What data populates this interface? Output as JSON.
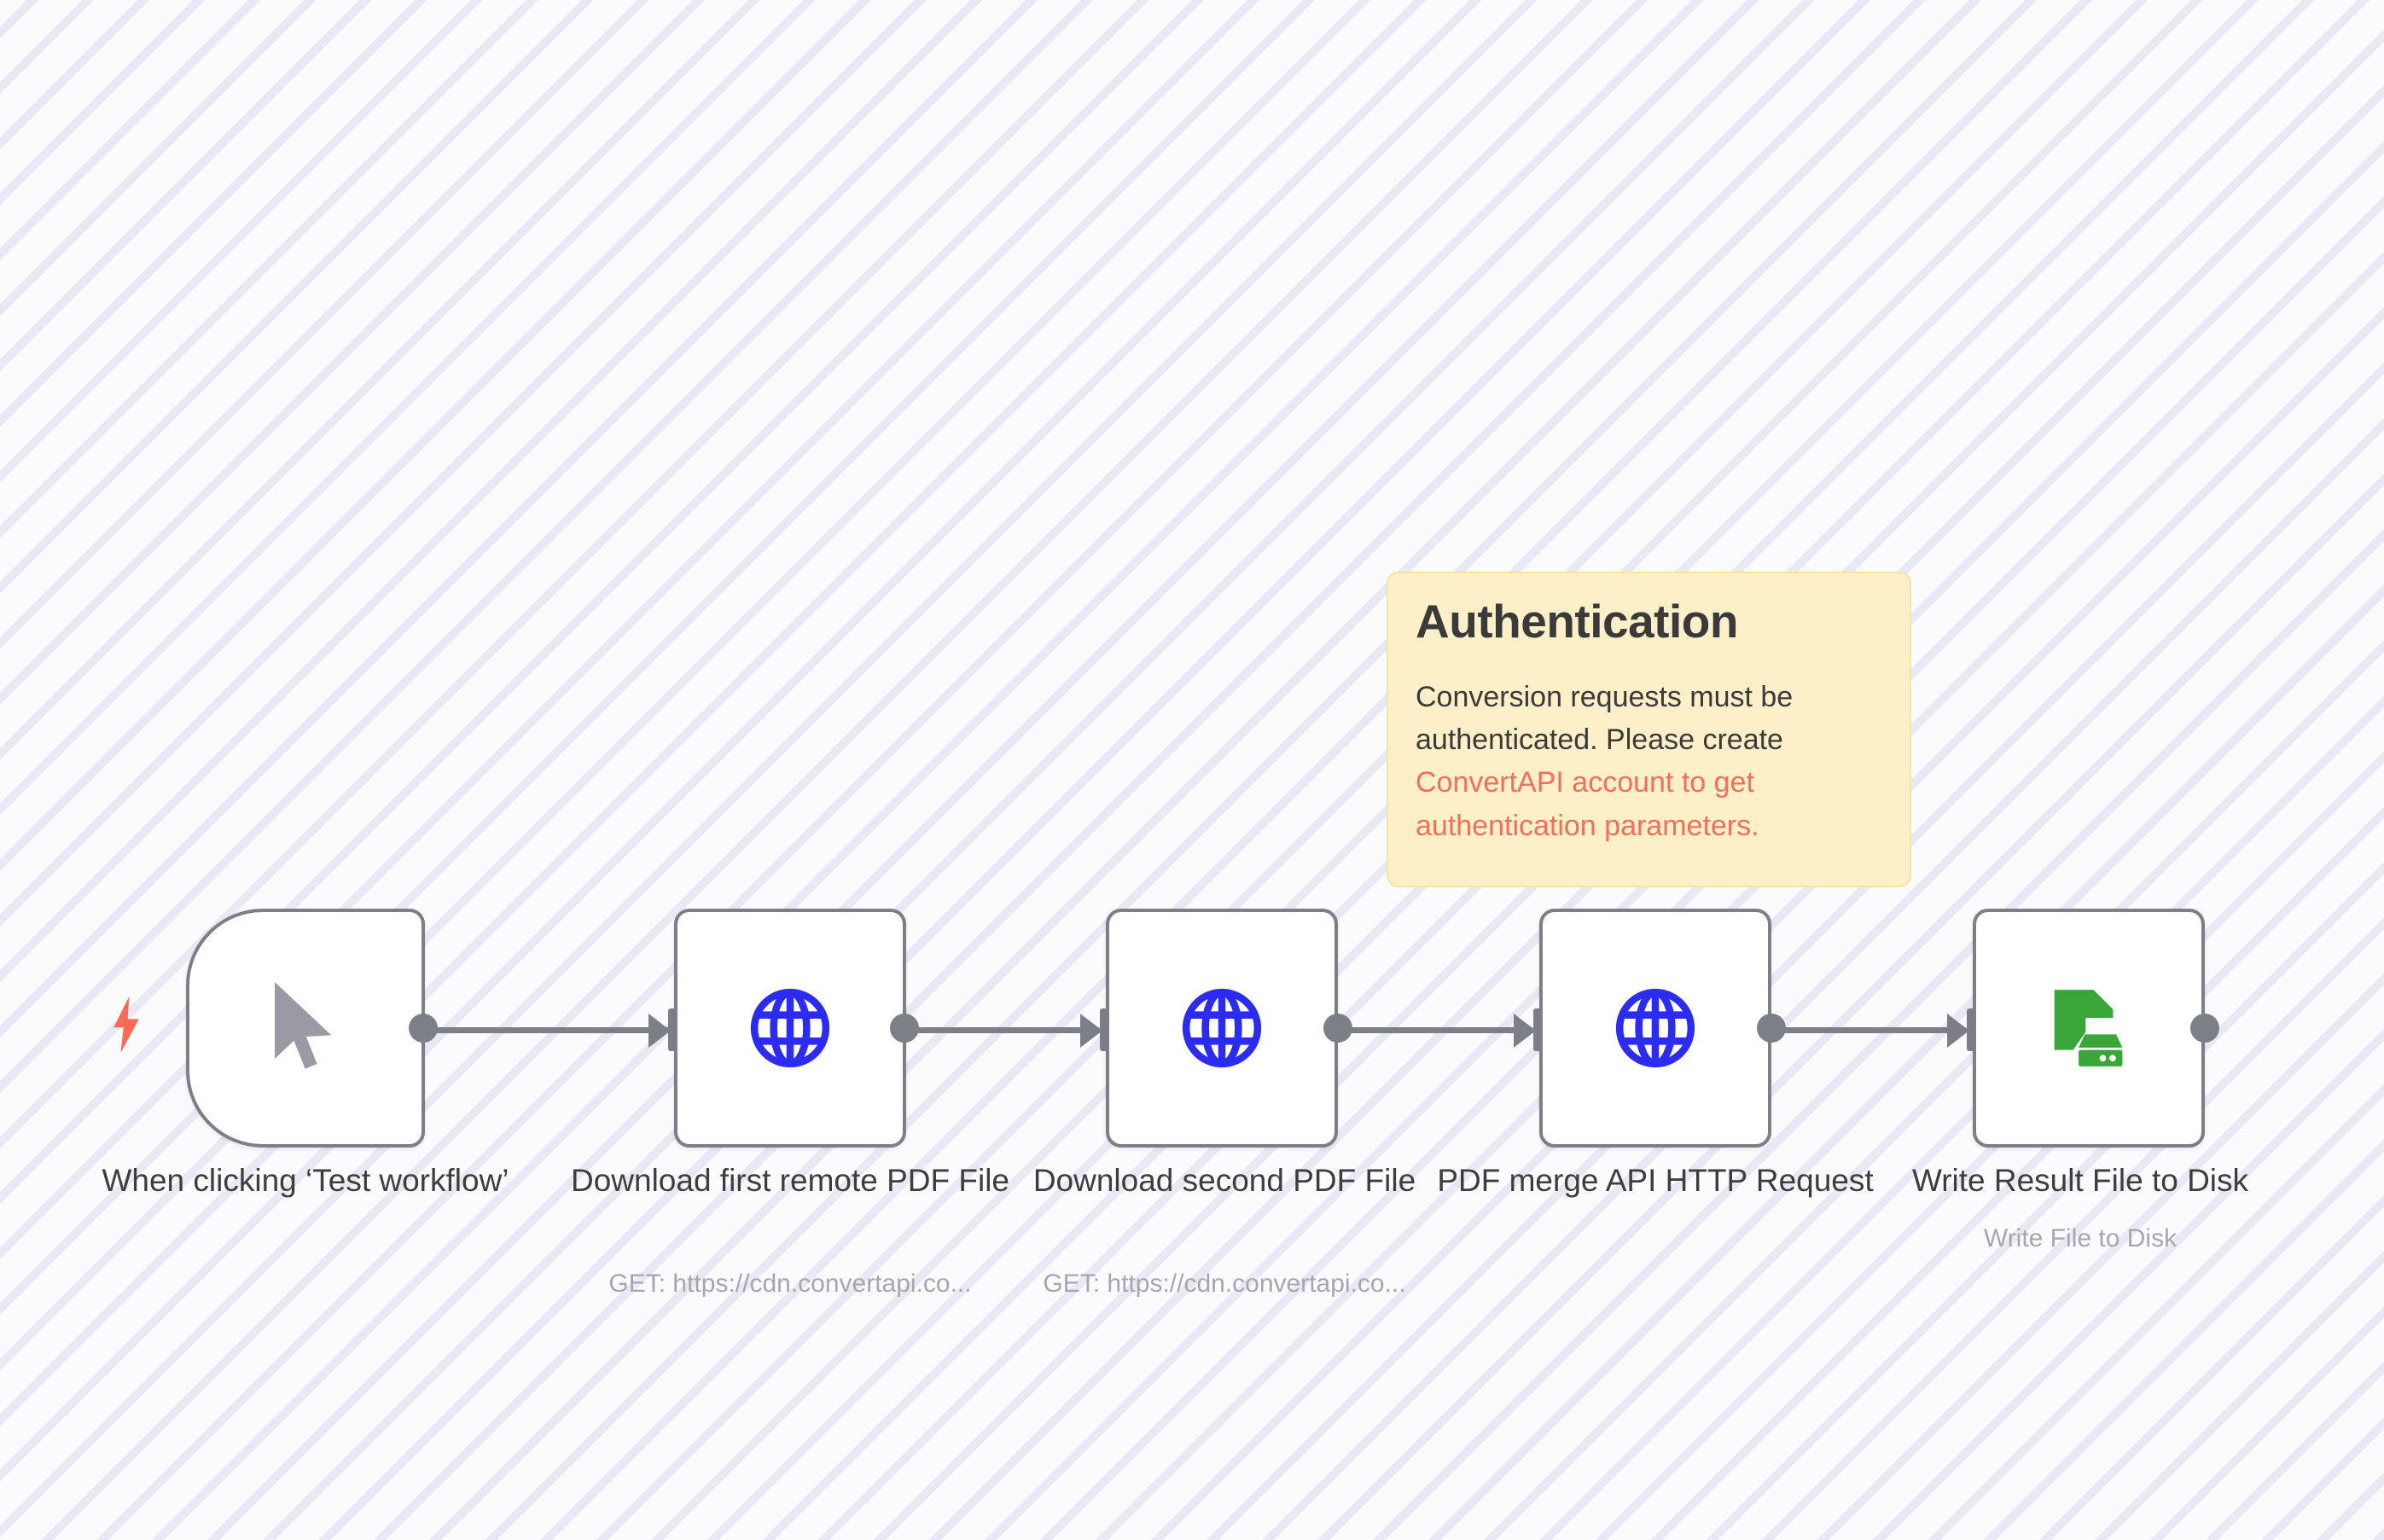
{
  "canvas": {
    "background_color": "#faf9fd",
    "stripe_color": "#e9e9f5"
  },
  "sticky_note": {
    "title": "Authentication",
    "body_text": "Conversion requests must be authenticated. Please create",
    "link_text": "ConvertAPI account to get",
    "clipped_text": "authentication parameters.",
    "background_color": "#fdf0c8",
    "border_color": "#f8e49d",
    "link_color": "#f2705a"
  },
  "nodes": [
    {
      "id": "trigger",
      "label": "When clicking ‘Test workflow’",
      "subtitle": "",
      "icon": "mouse-cursor-icon",
      "icon_color": "#9a9aa4",
      "shape": "trigger",
      "has_bolt": true
    },
    {
      "id": "download-first",
      "label": "Download first remote PDF File",
      "subtitle": "GET: https://cdn.convertapi.co...",
      "icon": "globe-icon",
      "icon_color": "#2c2cf0",
      "shape": "rounded",
      "has_bolt": false
    },
    {
      "id": "download-second",
      "label": "Download second PDF File",
      "subtitle": "GET: https://cdn.convertapi.co...",
      "icon": "globe-icon",
      "icon_color": "#2c2cf0",
      "shape": "rounded",
      "has_bolt": false
    },
    {
      "id": "pdf-merge",
      "label": "PDF merge API HTTP Request",
      "subtitle": "",
      "icon": "globe-icon",
      "icon_color": "#2c2cf0",
      "shape": "rounded",
      "has_bolt": false
    },
    {
      "id": "write-file",
      "label": "Write Result File to Disk",
      "subtitle": "Write File to Disk",
      "icon": "file-to-disk-icon",
      "icon_color": "#3aa63a",
      "shape": "rounded",
      "has_bolt": false
    }
  ],
  "connections": [
    {
      "from": "trigger",
      "to": "download-first"
    },
    {
      "from": "download-first",
      "to": "download-second"
    },
    {
      "from": "download-second",
      "to": "pdf-merge"
    },
    {
      "from": "pdf-merge",
      "to": "write-file"
    }
  ],
  "colors": {
    "node_border": "#7d7f86",
    "node_fill": "#ffffff",
    "connector": "#7d7f86",
    "bolt": "#fa6a55",
    "caption": "#3d3d3d",
    "subtitle": "#a6a6b0"
  }
}
